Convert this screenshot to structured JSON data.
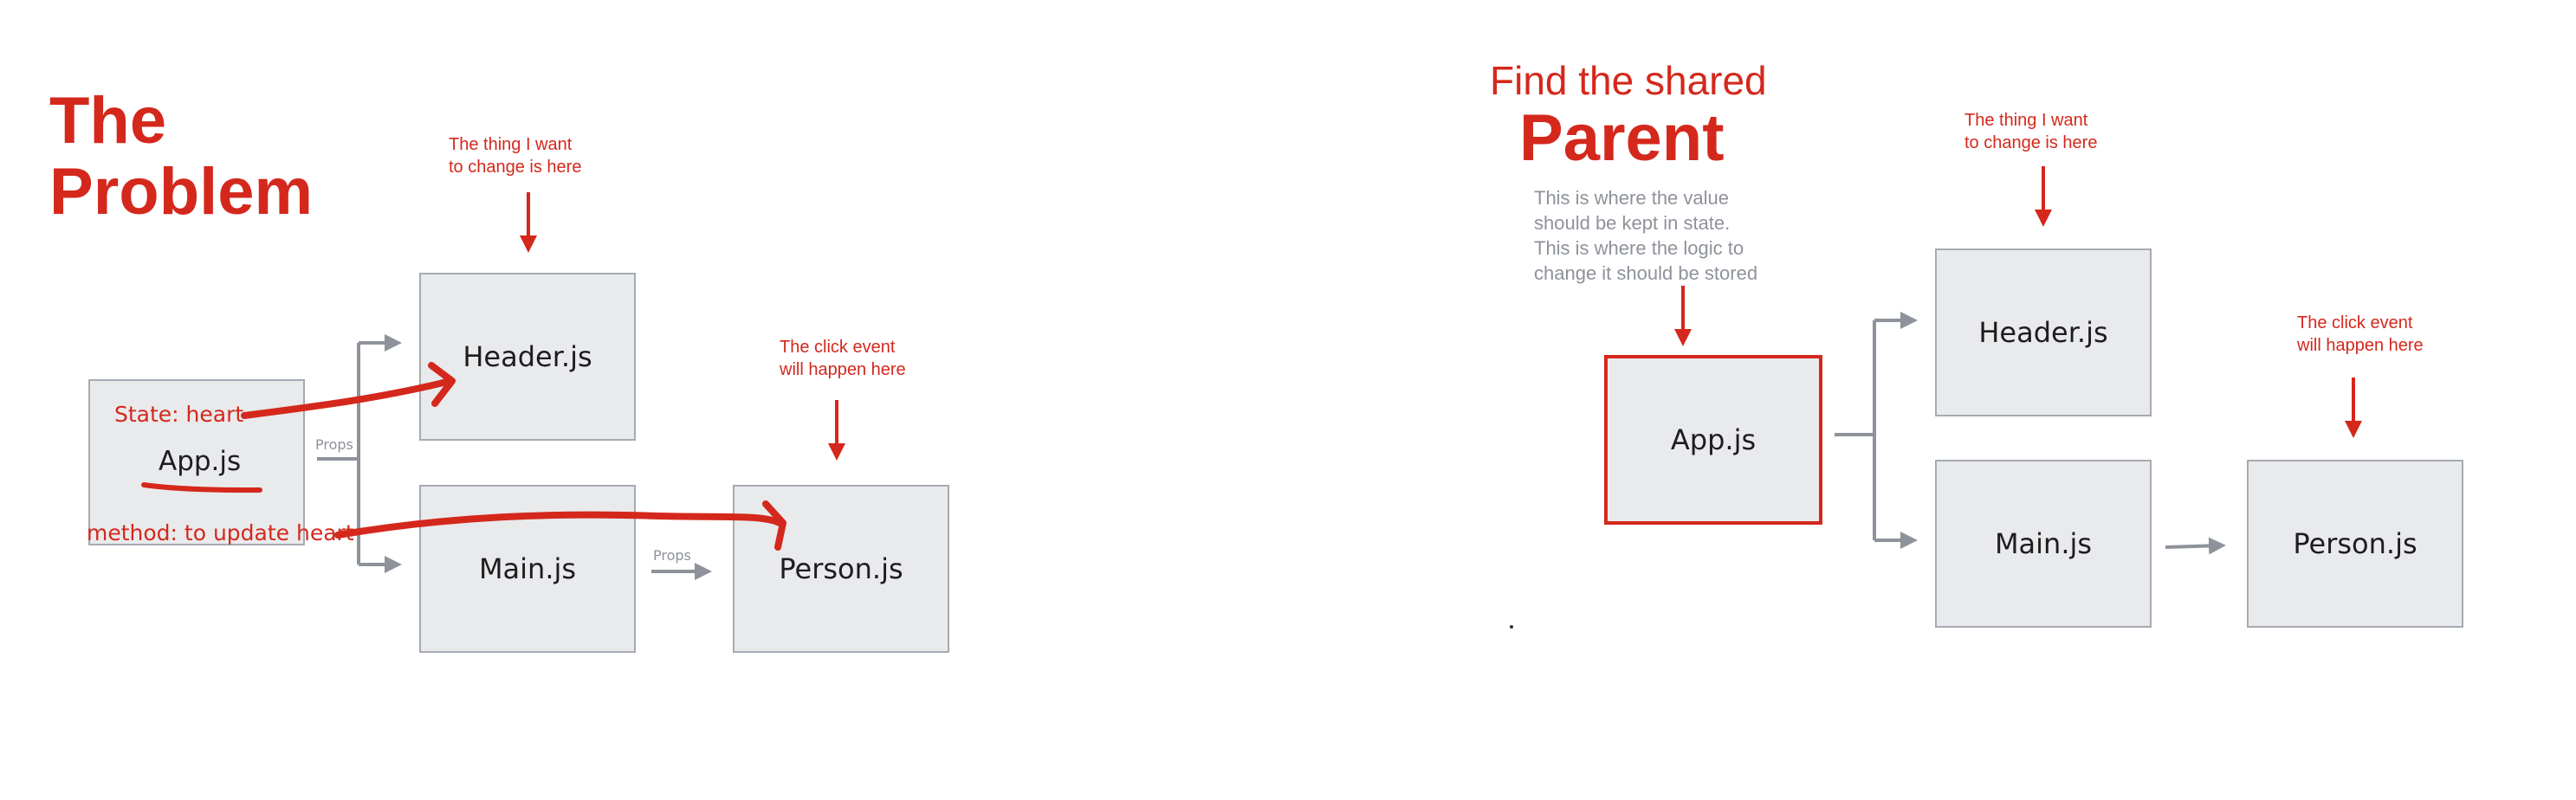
{
  "left": {
    "title_line1": "The",
    "title_line2": "Problem",
    "note_header_line1": "The thing I want",
    "note_header_line2": "to change is here",
    "note_click_line1": "The click event",
    "note_click_line2": "will happen here",
    "boxes": {
      "app": "App.js",
      "header": "Header.js",
      "main": "Main.js",
      "person": "Person.js"
    },
    "state_label": "State: heart",
    "method_label": "method: to update heart",
    "props_label_1": "Props",
    "props_label_2": "Props"
  },
  "right": {
    "title_line1": "Find the shared",
    "title_line2": "Parent",
    "desc_line1": "This is where the value",
    "desc_line2": "should be kept in state.",
    "desc_line3": "This is where the logic to",
    "desc_line4": "change it should be stored",
    "note_header_line1": "The thing I want",
    "note_header_line2": "to change is here",
    "note_click_line1": "The click event",
    "note_click_line2": "will happen here",
    "boxes": {
      "app": "App.js",
      "header": "Header.js",
      "main": "Main.js",
      "person": "Person.js"
    }
  },
  "colors": {
    "accent_red": "#d4281c",
    "connector_gray": "#8e929a",
    "box_fill": "#e9eaec",
    "box_border": "#a6aab2"
  }
}
